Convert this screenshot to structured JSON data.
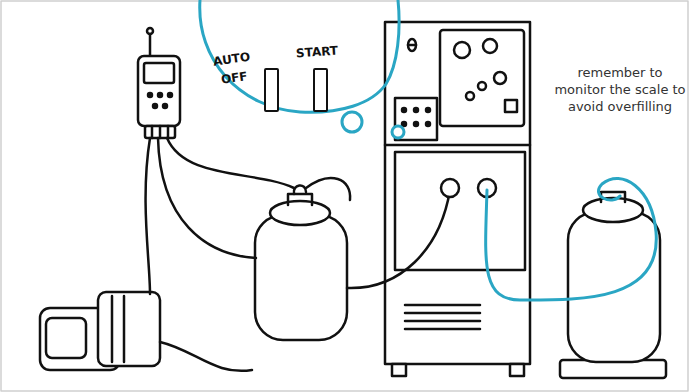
{
  "diagram": {
    "nodes": [
      {
        "text": [
          "AUTO OFF"
        ]
      },
      {
        "text": [
          "START"
        ]
      }
    ],
    "labels": [
      "remember to monitor the scale to avoid overfilling"
    ]
  }
}
